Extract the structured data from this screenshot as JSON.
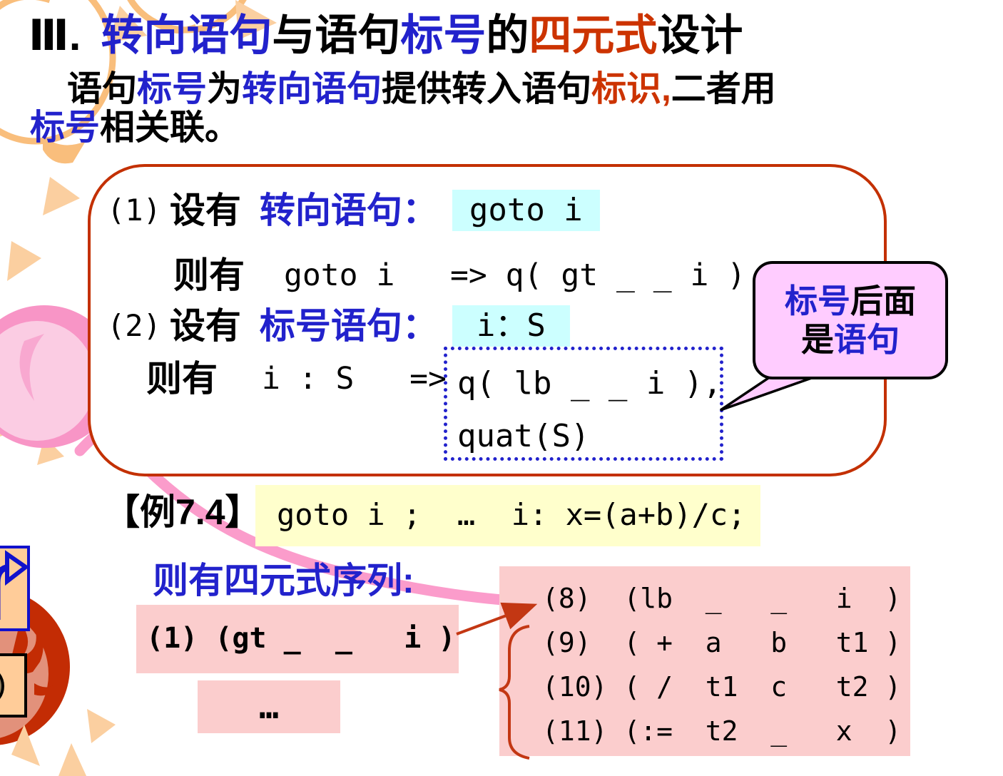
{
  "colors": {
    "text_blue": "#2222CC",
    "text_red": "#CC3300",
    "box_border_red": "#C33000",
    "cyan_highlight": "#CCFFFF",
    "yellow_highlight": "#FFFFCC",
    "pink_quad_bg": "#FBCDCD",
    "callout_bg": "#FFCCFF"
  },
  "title": {
    "num": "Ⅲ.",
    "s1": "转向语句",
    "s2": "与语句",
    "s3": "标号",
    "s4": "的",
    "s5": "四元式",
    "s6": "设计"
  },
  "intro": {
    "l1s1": "语句",
    "l1s2": "标号",
    "l1s3": "为",
    "l1s4": "转向语句",
    "l1s5": "提供转入语句",
    "l1s6": "标识,",
    "l1s7": "二者用",
    "l2s1": "标号",
    "l2s2": "相关联。"
  },
  "rulebox": {
    "r1_num": "(1)",
    "r1_pre": "设有",
    "r1_label": "转向语句：",
    "r1_code": "goto i",
    "r2_pre": "则有",
    "r2_code": "goto i   => q( gt _ _ i )",
    "r3_num": "(2)",
    "r3_pre": "设有",
    "r3_label": "标号语句：",
    "r3_code": "i：S",
    "r4_pre": "则有",
    "r4_code": "i : S   =>",
    "dotted1": "q( lb _ _ i ),",
    "dotted2": "quat(S)"
  },
  "callout": {
    "s1": "标号",
    "s2": "后面",
    "s3": "是",
    "s4": "语句"
  },
  "example": {
    "label": "【例7.4】",
    "code": "goto i ;  …  i: x=(a+b)/c;"
  },
  "sequence": {
    "heading": "则有四元式序列:",
    "q1": "(1) (gt _  _   i )",
    "ellipsis": "…",
    "q8": "(8)  (lb  _   _   i  )",
    "q9": "(9)  ( +  a   b   t1 )",
    "q10": "(10) ( /  t1  c   t2 )",
    "q11": "(11) (:=  t2  _   x  )"
  }
}
